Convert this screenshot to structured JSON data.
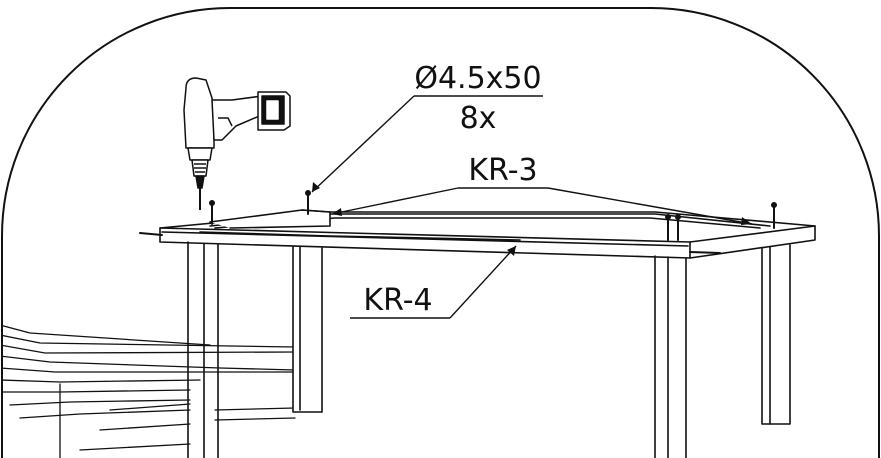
{
  "screw_spec": {
    "size": "Ø4.5x50",
    "quantity": "8x"
  },
  "callouts": {
    "top_rail": "KR-3",
    "front_rail": "KR-4"
  },
  "colors": {
    "ink": "#111111",
    "background": "#ffffff"
  }
}
